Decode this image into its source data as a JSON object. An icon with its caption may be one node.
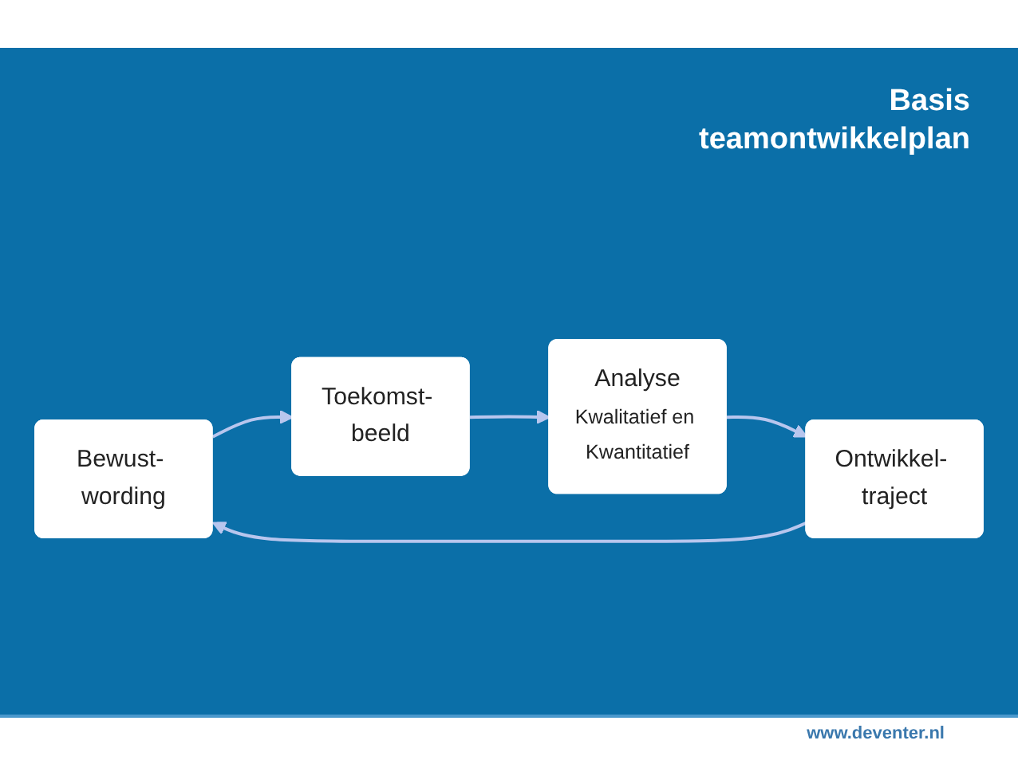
{
  "diagram": {
    "title": "Basis teamontwikkelplan",
    "nodes": [
      {
        "text": [
          "Bewust- wording"
        ]
      },
      {
        "text": [
          "Toekomst- beeld"
        ]
      },
      {
        "text": [
          "Analyse",
          "Kwalitatief en Kwantitatief"
        ]
      },
      {
        "text": [
          "Ontwikkel- traject"
        ]
      }
    ],
    "edges": [
      {
        "from": 0,
        "to": 1,
        "arrow": "to"
      },
      {
        "from": 1,
        "to": 2,
        "arrow": "to"
      },
      {
        "from": 2,
        "to": 3,
        "arrow": "to"
      },
      {
        "from": 3,
        "to": 0,
        "arrow": "to"
      }
    ],
    "labels": [
      "www.deventer.nl"
    ]
  }
}
